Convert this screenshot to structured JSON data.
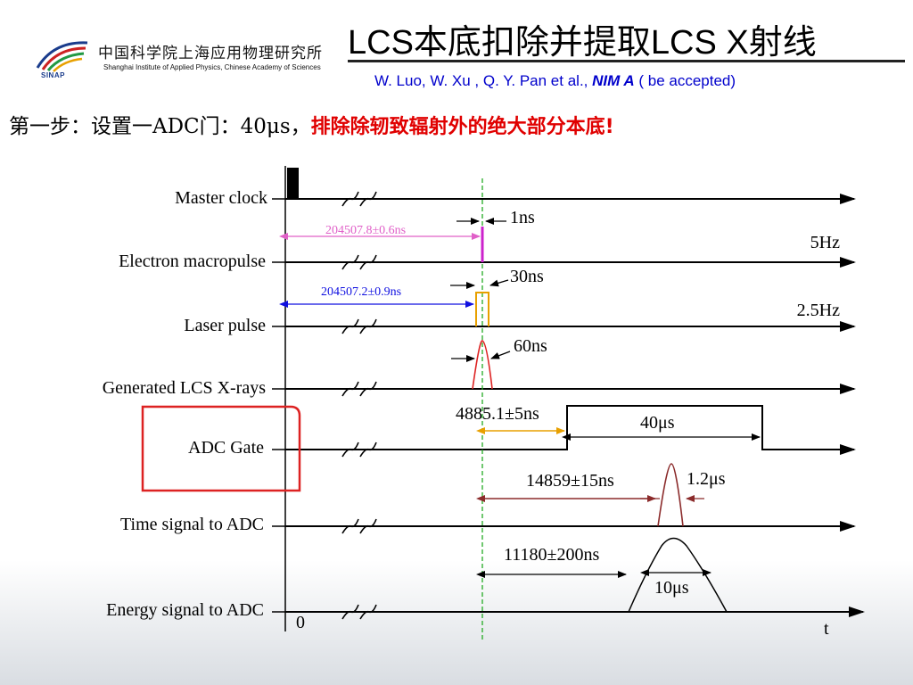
{
  "header": {
    "logo_cn": "中国科学院上海应用物理研究所",
    "logo_en": "Shanghai Institute of Applied Physics, Chinese Academy of Sciences",
    "logo_abbr": "SINAP",
    "title": "LCS本底扣除并提取LCS X射线",
    "citation_prefix": "W. Luo, W. Xu , Q. Y. Pan et al., ",
    "citation_journal": "NIM A",
    "citation_suffix": " ( be accepted)"
  },
  "step": {
    "prefix": "第一步：设置一ADC门：40μs，",
    "highlight": "排除除轫致辐射外的绝大部分本底!"
  },
  "diagram": {
    "signals": [
      "Master clock",
      "Electron macropulse",
      "Laser pulse",
      "Generated LCS X-rays",
      "ADC Gate",
      "Time signal to ADC",
      "Energy signal to ADC"
    ],
    "annotations": {
      "e_delay": "204507.8±0.6ns",
      "e_width": "1ns",
      "e_rate": "5Hz",
      "l_delay": "204507.2±0.9ns",
      "l_width": "30ns",
      "l_rate": "2.5Hz",
      "x_width": "60ns",
      "gate_delay": "4885.1±5ns",
      "gate_width": "40μs",
      "t_delay": "14859±15ns",
      "t_width": "1.2μs",
      "e_sig_delay": "11180±200ns",
      "e_sig_width": "10μs",
      "origin": "0",
      "time_axis": "t"
    },
    "colors": {
      "pink": "#e060c8",
      "blue": "#1010e0",
      "orange": "#e8a000",
      "brown": "#8b2b2b",
      "red": "#dd2222",
      "green": "#22aa22",
      "magenta": "#cc22cc"
    }
  }
}
